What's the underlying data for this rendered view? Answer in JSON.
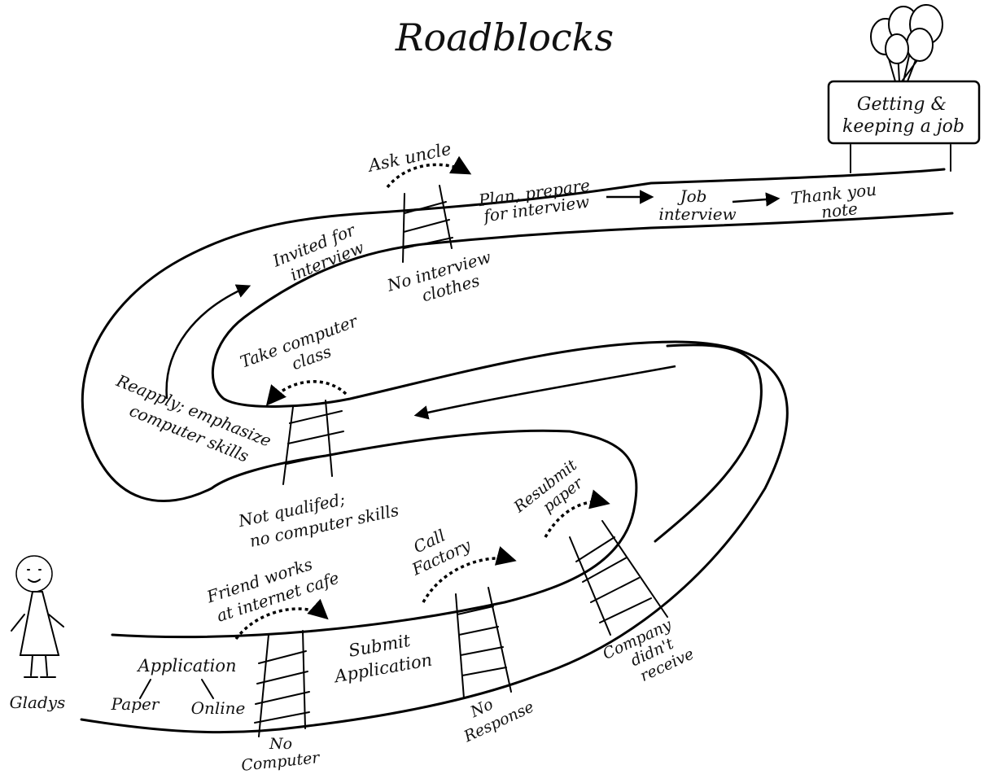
{
  "title": "Roadblocks",
  "goal_sign": {
    "line1": "Getting &",
    "line2": "keeping a job"
  },
  "character": {
    "name": "Gladys"
  },
  "labels": {
    "application": "Application",
    "paper": "Paper",
    "online": "Online",
    "submit_1": "Submit",
    "submit_2": "Application",
    "friend_1": "Friend works",
    "friend_2": "at internet cafe",
    "no_computer_1": "No",
    "no_computer_2": "Computer",
    "call_1": "Call",
    "call_2": "Factory",
    "no_response_1": "No",
    "no_response_2": "Response",
    "resubmit_1": "Resubmit",
    "resubmit_2": "paper",
    "company_1": "Company",
    "company_2": "didn't",
    "company_3": "receive",
    "not_qualified_1": "Not qualifed;",
    "not_qualified_2": "no computer skills",
    "take_class_1": "Take computer",
    "take_class_2": "class",
    "reapply_1": "Reapply; emphasize",
    "reapply_2": "computer skills",
    "invited_1": "Invited for",
    "invited_2": "interview",
    "ask_uncle": "Ask uncle",
    "no_clothes_1": "No interview",
    "no_clothes_2": "clothes",
    "plan_1": "Plan, prepare",
    "plan_2": "for interview",
    "job_1": "Job",
    "job_2": "interview",
    "thank_1": "Thank you",
    "thank_2": "note"
  }
}
